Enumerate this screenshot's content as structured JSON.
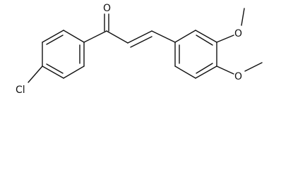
{
  "molecule": {
    "atoms": {
      "carbonyl_oxygen": "O",
      "chlorine": "Cl",
      "methoxy_oxygen_upper": "O",
      "methoxy_oxygen_lower": "O"
    }
  }
}
